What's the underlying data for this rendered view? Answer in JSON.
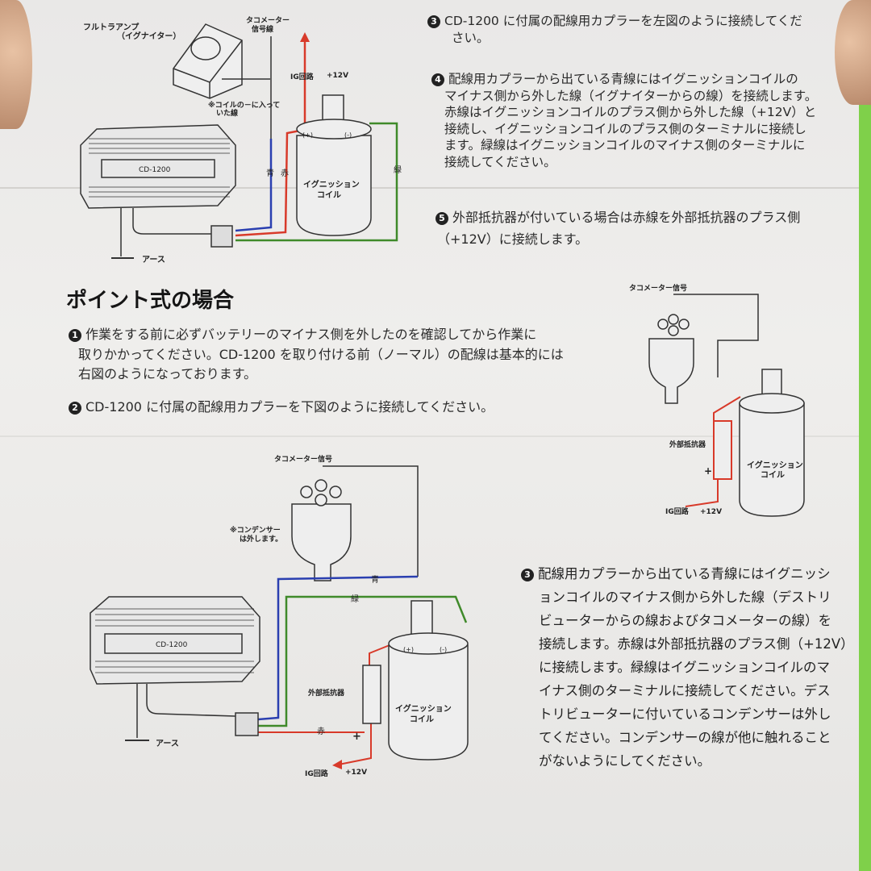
{
  "top_right_text": {
    "step3": {
      "num": "3",
      "lines": [
        "CD-1200 に付属の配線用カプラーを左図のように接続してくだ",
        "さい。"
      ]
    },
    "step4": {
      "num": "4",
      "lines": [
        "配線用カプラーから出ている青線にはイグニッションコイルの",
        "マイナス側から外した線（イグナイターからの線）を接続します。",
        "赤線はイグニッションコイルのプラス側から外した線（+12V）と",
        "接続し、イグニッションコイルのプラス側のターミナルに接続し",
        "ます。緑線はイグニッションコイルのマイナス側のターミナルに",
        "接続してください。"
      ]
    },
    "step5": {
      "num": "5",
      "lines": [
        "外部抵抗器が付いている場合は赤線を外部抵抗器のプラス側",
        "（+12V）に接続します。"
      ]
    }
  },
  "top_diagram": {
    "full_transistor": "フルトラアンプ",
    "igniter": "（イグナイター）",
    "tacho": "タコメーター",
    "tacho_signal": "信号線",
    "ig_circuit": "IG回路",
    "plus12v": "+12V",
    "note1": "※コイルの－に入って",
    "note2": "いた線",
    "unit_label": "CD-1200",
    "blue": "青",
    "red": "赤",
    "green": "緑",
    "coil1": "イグニッション",
    "coil2": "コイル",
    "plus": "(+)",
    "minus": "(-)",
    "earth": "アース"
  },
  "section": {
    "heading": "ポイント式の場合",
    "step1": {
      "num": "1",
      "lines": [
        "作業をする前に必ずバッテリーのマイナス側を外したのを確認してから作業に",
        "取りかかってください。CD-1200 を取り付ける前（ノーマル）の配線は基本的には",
        "右図のようになっております。"
      ]
    },
    "step2": {
      "num": "2",
      "lines": [
        "CD-1200 に付属の配線用カプラーを下図のように接続してください。"
      ]
    }
  },
  "right_diagram": {
    "tacho_signal": "タコメーター信号",
    "resistor": "外部抵抗器",
    "plus_sign": "+",
    "coil1": "イグニッション",
    "coil2": "コイル",
    "ig_circuit": "IG回路",
    "plus12v": "+12V"
  },
  "bottom_diagram": {
    "tacho_signal": "タコメーター信号",
    "condenser1": "※コンデンサー",
    "condenser2": "は外します。",
    "blue": "青",
    "green": "緑",
    "red": "赤",
    "unit_label": "CD-1200",
    "resistor": "外部抵抗器",
    "plus_sign": "+",
    "coil1": "イグニッション",
    "coil2": "コイル",
    "plus": "(+)",
    "minus": "(-)",
    "earth": "アース",
    "ig_circuit": "IG回路",
    "plus12v": "+12V"
  },
  "bottom_right_text": {
    "step3": {
      "num": "3",
      "lines": [
        "配線用カプラーから出ている青線にはイグニッシ",
        "ョンコイルのマイナス側から外した線（デストリ",
        "ビューターからの線およびタコメーターの線）を",
        "接続します。赤線は外部抵抗器のプラス側（+12V）",
        "に接続します。緑線はイグニッションコイルのマ",
        "イナス側のターミナルに接続してください。デス",
        "トリビューターに付いているコンデンサーは外し",
        "てください。コンデンサーの線が他に触れること",
        "がないようにしてください。"
      ]
    }
  },
  "colors": {
    "blue_wire": "#2a3fb0",
    "red_wire": "#d83a2a",
    "green_wire": "#3f8a2a",
    "paper": "#ecebe9",
    "background": "#7fd04a"
  }
}
